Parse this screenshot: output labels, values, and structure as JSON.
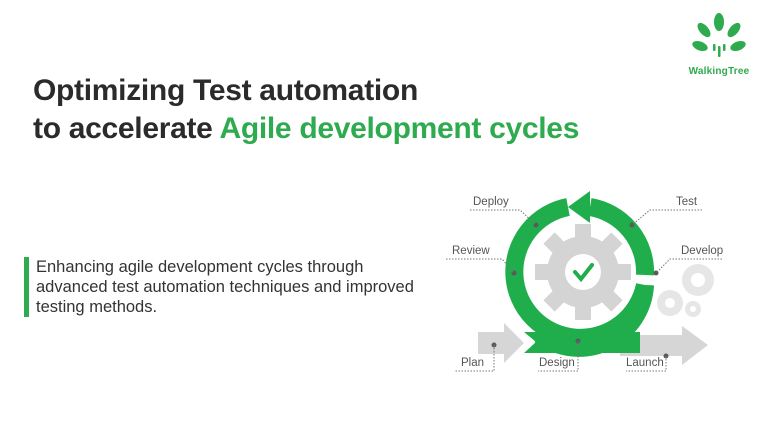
{
  "brand": {
    "name": "WalkingTree",
    "color": "#2eaa4f"
  },
  "title": {
    "line1": "Optimizing Test automation",
    "line2_prefix": "to accelerate ",
    "line2_accent": "Agile development cycles"
  },
  "description": "Enhancing agile development cycles through advanced test automation techniques and improved testing methods.",
  "diagram": {
    "center_icon": "checkmark-gear-icon",
    "stages": [
      {
        "label": "Plan"
      },
      {
        "label": "Design"
      },
      {
        "label": "Review"
      },
      {
        "label": "Deploy"
      },
      {
        "label": "Test"
      },
      {
        "label": "Develop"
      },
      {
        "label": "Launch"
      }
    ]
  },
  "colors": {
    "accent": "#2eaa4f",
    "cycle_green": "#1fae4b",
    "gear_gray": "#d3d3d3",
    "text_dark": "#2b2b2b"
  }
}
